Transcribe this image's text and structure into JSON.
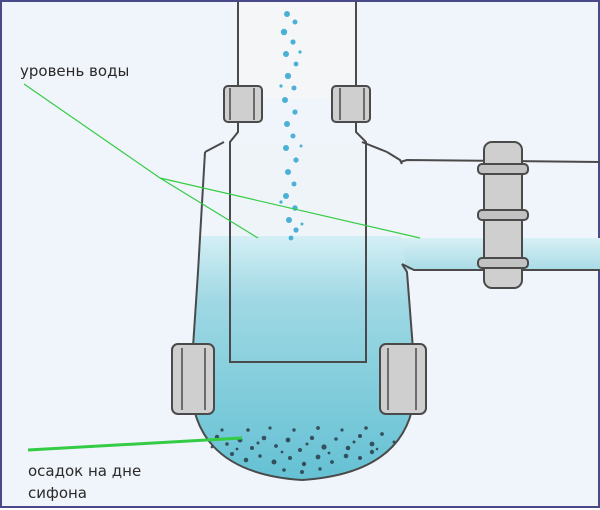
{
  "labels": {
    "water_level": "уровень воды",
    "sediment_line1": "осадок на дне",
    "sediment_line2": "сифона"
  },
  "colors": {
    "background": "#f0f4fb",
    "frame_border": "#4a4a8a",
    "water": "#74c8d8",
    "water_light": "#c6e9f0",
    "pipe_outline": "#4a4a4a",
    "fitting": "#c8c8c8",
    "pointer_line": "#33cc44",
    "sediment": "#2b3b48",
    "bubbles": "#3aa7cf"
  }
}
